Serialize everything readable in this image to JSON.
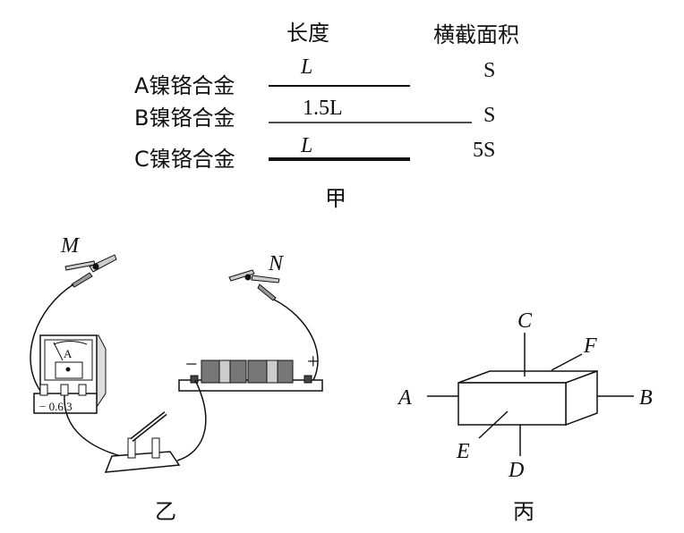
{
  "figure_jia": {
    "header_length": "长度",
    "header_area": "横截面积",
    "rows": [
      {
        "name": "A镍铬合金",
        "length": "L",
        "area": "S"
      },
      {
        "name": "B镍铬合金",
        "length": "1.5L",
        "area": "S"
      },
      {
        "name": "C镍铬合金",
        "length": "L",
        "area": "5S"
      }
    ],
    "caption": "甲"
  },
  "figure_yi": {
    "clip_m": "M",
    "clip_n": "N",
    "ammeter_symbol": "A",
    "ammeter_terminals": "−  0.6  3",
    "battery_minus": "−",
    "battery_plus": "+",
    "caption": "乙"
  },
  "figure_bing": {
    "labels": {
      "a": "A",
      "b": "B",
      "c": "C",
      "d": "D",
      "e": "E",
      "f": "F"
    },
    "caption": "丙"
  }
}
